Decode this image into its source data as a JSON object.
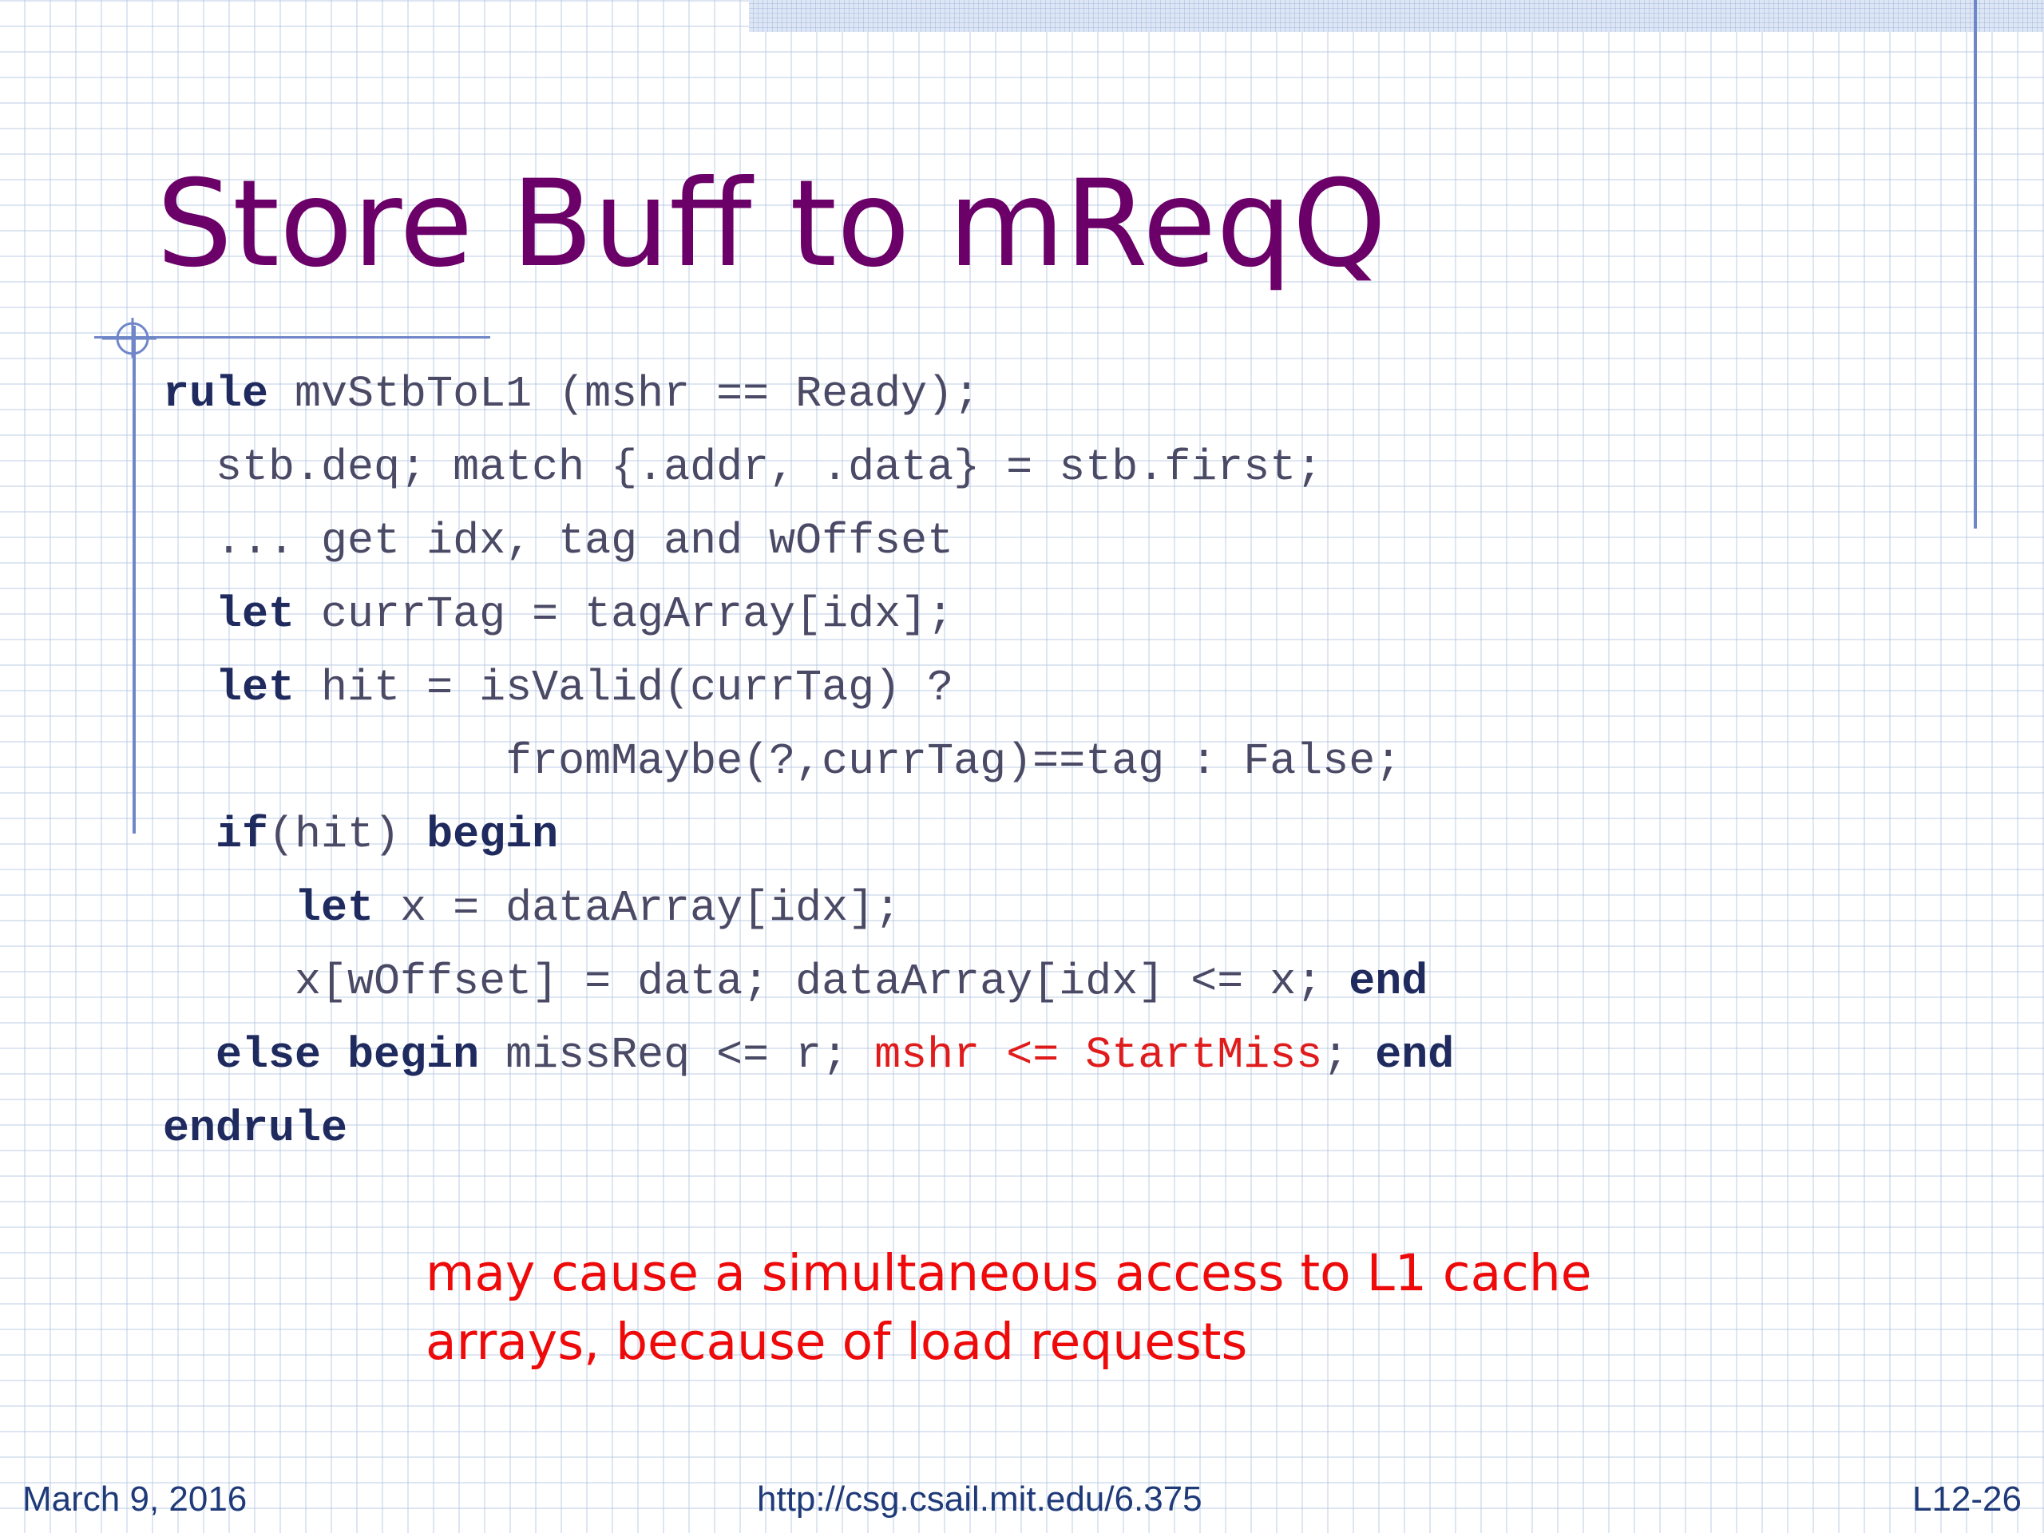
{
  "slide": {
    "title": "Store Buff to mReqQ",
    "code_lines": [
      {
        "indent": "",
        "tokens": [
          {
            "text": "rule",
            "style": "keyword"
          },
          {
            "text": " mvStbToL1 (mshr == Ready);",
            "style": "plain"
          }
        ]
      },
      {
        "indent": "  ",
        "tokens": [
          {
            "text": "stb.deq; match {.addr, .data} = stb.first;",
            "style": "plain"
          }
        ]
      },
      {
        "indent": "  ",
        "tokens": [
          {
            "text": "... get idx, tag and wOffset",
            "style": "plain"
          }
        ]
      },
      {
        "indent": "  ",
        "tokens": [
          {
            "text": "let",
            "style": "keyword"
          },
          {
            "text": " currTag = tagArray[idx];",
            "style": "plain"
          }
        ]
      },
      {
        "indent": "  ",
        "tokens": [
          {
            "text": "let",
            "style": "keyword"
          },
          {
            "text": " hit = isValid(currTag) ?",
            "style": "plain"
          }
        ]
      },
      {
        "indent": "             ",
        "tokens": [
          {
            "text": "fromMaybe(?,currTag)==tag : False;",
            "style": "plain"
          }
        ]
      },
      {
        "indent": "  ",
        "tokens": [
          {
            "text": "if",
            "style": "keyword"
          },
          {
            "text": "(hit) ",
            "style": "plain"
          },
          {
            "text": "begin",
            "style": "keyword"
          }
        ]
      },
      {
        "indent": "     ",
        "tokens": [
          {
            "text": "let",
            "style": "keyword"
          },
          {
            "text": " x = dataArray[idx];",
            "style": "plain"
          }
        ]
      },
      {
        "indent": "     ",
        "tokens": [
          {
            "text": "x[wOffset] = data; dataArray[idx] <= x; ",
            "style": "plain"
          },
          {
            "text": "end",
            "style": "keyword"
          }
        ]
      },
      {
        "indent": "  ",
        "tokens": [
          {
            "text": "else begin",
            "style": "keyword"
          },
          {
            "text": " missReq <= r; ",
            "style": "plain"
          },
          {
            "text": "mshr <= StartMiss",
            "style": "highlight"
          },
          {
            "text": "; ",
            "style": "plain"
          },
          {
            "text": "end",
            "style": "keyword"
          }
        ]
      },
      {
        "indent": "",
        "tokens": [
          {
            "text": "endrule",
            "style": "keyword"
          }
        ]
      }
    ],
    "note_lines": [
      "may cause a simultaneous access to L1 cache",
      "arrays, because of load requests"
    ]
  },
  "footer": {
    "date": "March 9, 2016",
    "url": "http://csg.csail.mit.edu/6.375",
    "page": "L12-26"
  },
  "colors": {
    "title": "#6b0068",
    "keyword": "#1f2a5e",
    "code": "#4a4a66",
    "highlight": "#e01b1b",
    "note": "#ee0a0a",
    "footer": "#1f3a78",
    "rule": "#6f86c8"
  }
}
